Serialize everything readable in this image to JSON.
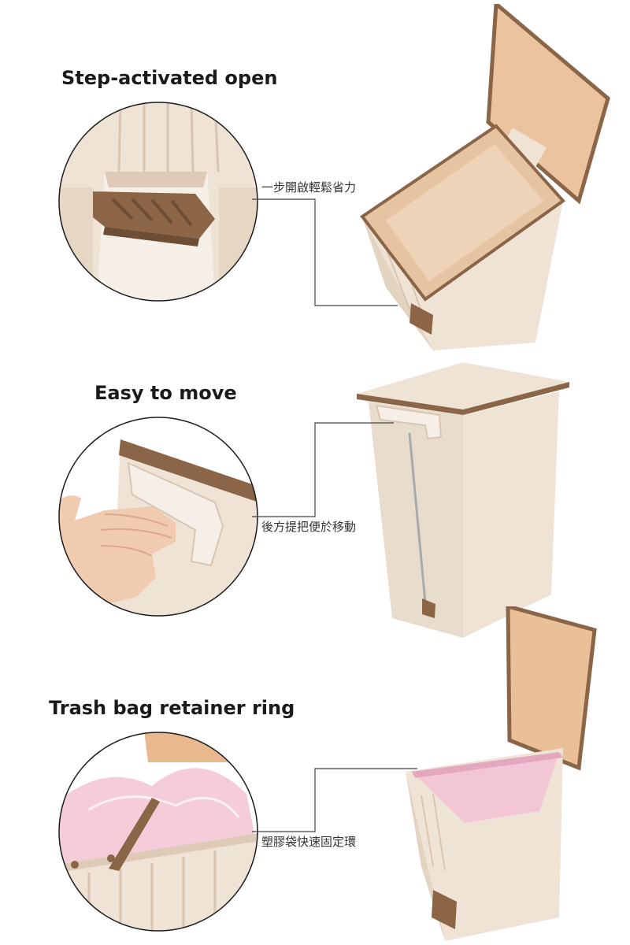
{
  "colors": {
    "body": "#efe3d6",
    "body_shadow": "#d8c6b3",
    "interior": "#e6c4a2",
    "lid_translucent": "#e8b98e",
    "trim": "#8a6547",
    "pedal": "#8c6446",
    "bag": "#f3c6d6",
    "line": "#444444"
  },
  "features": [
    {
      "heading": "Step-activated open",
      "caption": "一步開啟輕鬆省力",
      "detail_icon": "pedal-closeup-image",
      "product_icon": "trash-can-open-image"
    },
    {
      "heading": "Easy to move",
      "caption": "後方提把便於移動",
      "detail_icon": "handle-closeup-image",
      "product_icon": "trash-can-closed-image"
    },
    {
      "heading": "Trash bag retainer ring",
      "caption": "塑膠袋快速固定環",
      "detail_icon": "bag-ring-closeup-image",
      "product_icon": "trash-can-with-bag-image"
    }
  ]
}
